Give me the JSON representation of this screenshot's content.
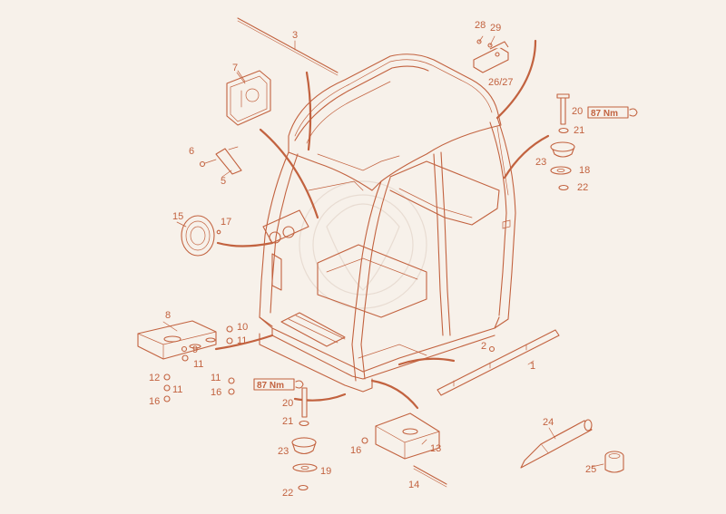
{
  "colors": {
    "ink": "#c2623f",
    "background": "#f7f1ea",
    "watermark": "#e8dcd2"
  },
  "callouts": [
    "1",
    "2",
    "3",
    "5",
    "6",
    "7",
    "8",
    "9",
    "10",
    "11",
    "12",
    "13",
    "14",
    "15",
    "16",
    "17",
    "18",
    "19",
    "20",
    "21",
    "22",
    "23",
    "24",
    "25",
    "26/27",
    "28",
    "29"
  ],
  "torque": {
    "value": "87 Nm",
    "icon": "wrench-icon"
  }
}
